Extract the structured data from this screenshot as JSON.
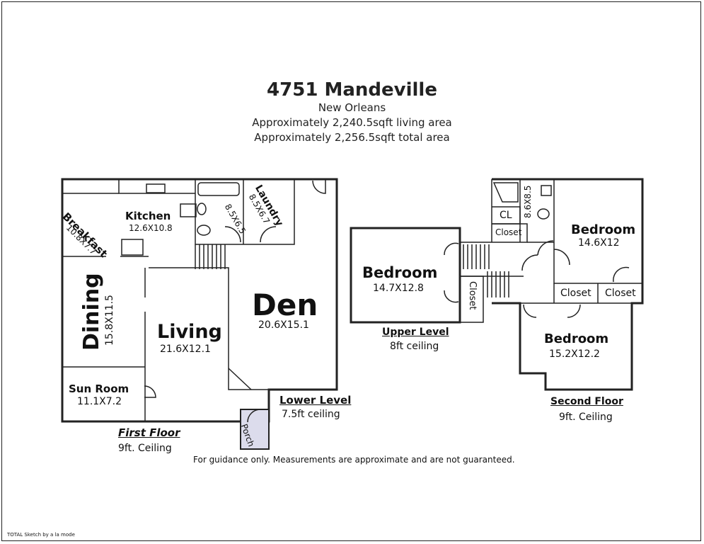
{
  "header": {
    "title": "4751 Mandeville",
    "city": "New Orleans",
    "living_area": "Approximately 2,240.5sqft living area",
    "total_area": "Approximately 2,256.5sqft total area"
  },
  "rooms": {
    "breakfast": {
      "name": "Breakfast",
      "dims": "10.8X7.7"
    },
    "kitchen": {
      "name": "Kitchen",
      "dims": "12.6X10.8"
    },
    "bath1": {
      "dims": "8.5X6.5"
    },
    "laundry": {
      "name": "Laundry",
      "dims": "8.5X6.7"
    },
    "dining": {
      "name": "Dining",
      "dims": "15.8X11.5"
    },
    "living": {
      "name": "Living",
      "dims": "21.6X12.1"
    },
    "den": {
      "name": "Den",
      "dims": "20.6X15.1"
    },
    "sunroom": {
      "name": "Sun Room",
      "dims": "11.1X7.2"
    },
    "porch": {
      "name": "Porch"
    },
    "upper_bedroom": {
      "name": "Bedroom",
      "dims": "14.7X12.8"
    },
    "upper_closet": {
      "name": "Closet"
    },
    "cl": {
      "name": "CL"
    },
    "closet_small": {
      "name": "Closet"
    },
    "bath2": {
      "dims": "8.6X8.5"
    },
    "bedroom_right": {
      "name": "Bedroom",
      "dims": "14.6X12"
    },
    "closet_a": {
      "name": "Closet"
    },
    "closet_b": {
      "name": "Closet"
    },
    "bedroom_bottom": {
      "name": "Bedroom",
      "dims": "15.2X12.2"
    }
  },
  "levels": {
    "first": {
      "name": "First Floor",
      "ceiling": "9ft. Ceiling"
    },
    "lower": {
      "name": "Lower Level",
      "ceiling": "7.5ft ceiling"
    },
    "upper": {
      "name": "Upper Level",
      "ceiling": "8ft ceiling"
    },
    "second": {
      "name": "Second Floor",
      "ceiling": "9ft. Ceiling"
    }
  },
  "footer": {
    "disclaimer": "For guidance only. Measurements are approximate and are not guaranteed.",
    "credit": "TOTAL Sketch by a la mode"
  },
  "colors": {
    "wall": "#222222",
    "porch_fill": "#dcdcec"
  }
}
